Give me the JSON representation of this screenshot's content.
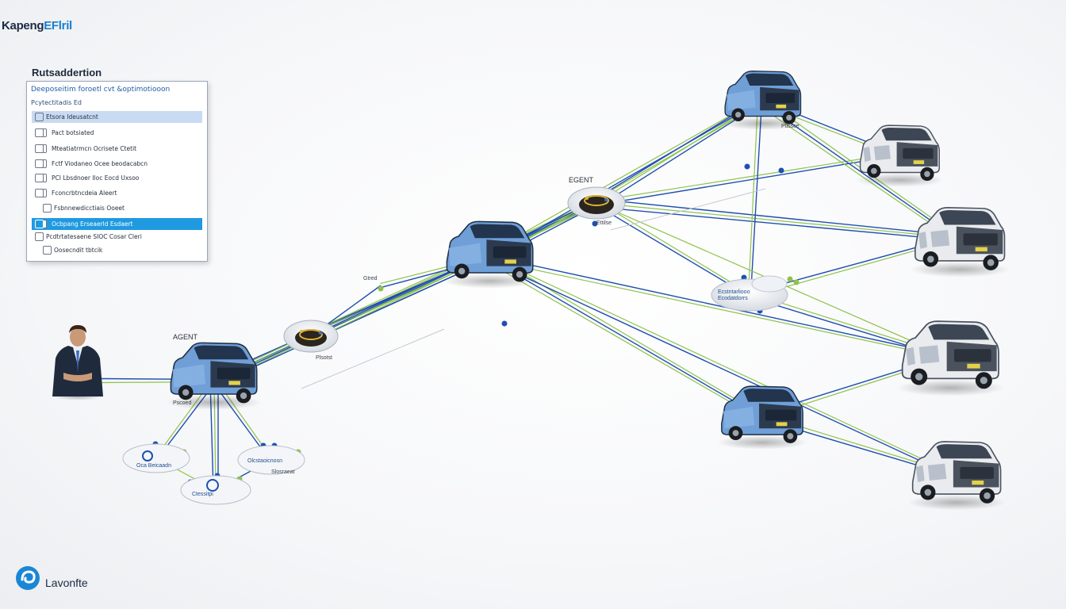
{
  "brand": {
    "name_main": "Kapeng",
    "name_accent": "EFlril"
  },
  "panel": {
    "heading": "Rutsaddertion",
    "title": "Deeposeitim foroetl cvt &optimotiooon",
    "subtitle": "Pcytectitadis Ed",
    "rows": [
      "Etsora Ideusatcnt",
      "Pact botsiated",
      "Mteatiatrmcn  Ocrisete Ctetit",
      "Fctf  Viodaneo Ocee beodacabcn",
      "PCI  Lbsdnoer Iloc Eocd Uxsoo",
      "Fconcrbtncdeia Aleert",
      "Fsbnnewdicctiais  Ooeet",
      "Ocbpang Erseaerld Esdaert",
      "Pcdtrtatesaene  SIOC Cosar Cleri",
      "Oosecndit  tbtcik"
    ]
  },
  "diagram": {
    "agent_labels": [
      "AGENT",
      "EGENT"
    ],
    "node_labels": [
      "Plsotst",
      "Gtred",
      "Ettilse",
      "Pscoed",
      "Ptlssce"
    ],
    "cluster_labels": [
      "Ecstntarliooo Ecodatdorrs",
      "Oca Beicaadn",
      "Olcstaoicnosn",
      "Ctessitpi",
      "Slosraeat"
    ],
    "colors": {
      "link_blue": "#1f4fb0",
      "link_green": "#8fc24a",
      "car_blue": "#6f9fd6",
      "car_white": "#e9ebee"
    }
  },
  "footer": {
    "logo_icon": "swirl-logo-icon",
    "name": "Lavonfte"
  }
}
